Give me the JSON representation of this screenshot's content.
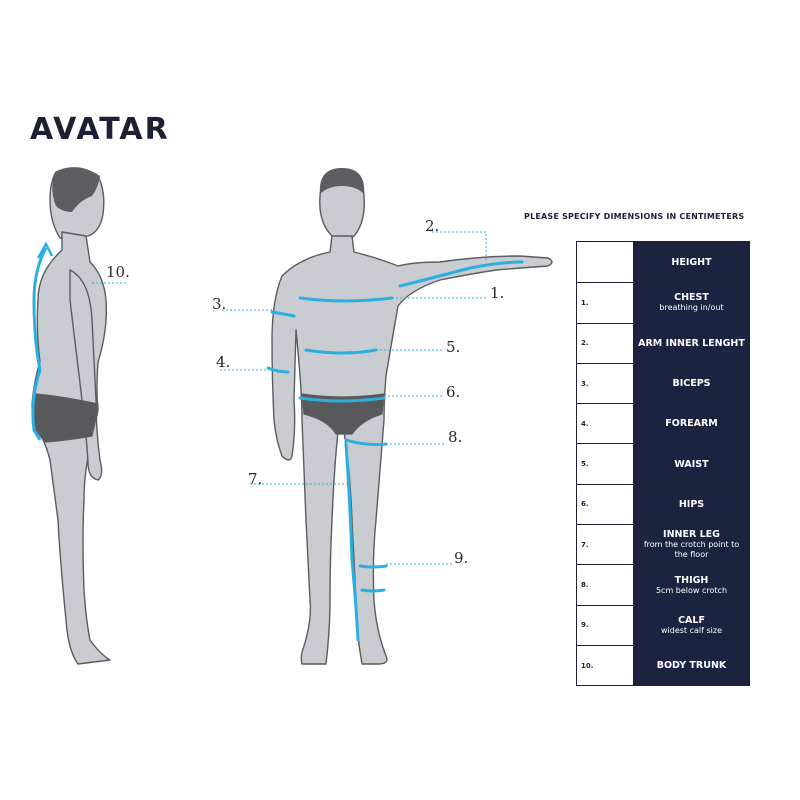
{
  "brand": {
    "logo": "AVATAR"
  },
  "callouts": {
    "c1": "1.",
    "c2": "2.",
    "c3": "3.",
    "c4": "4.",
    "c5": "5.",
    "c6": "6.",
    "c7": "7.",
    "c8": "8.",
    "c9": "9.",
    "c10": "10."
  },
  "table": {
    "title": "PLEASE SPECIFY DIMENSIONS IN CENTIMETERS",
    "rows": [
      {
        "num": "",
        "label": "HEIGHT",
        "note": ""
      },
      {
        "num": "1.",
        "label": "CHEST",
        "note": "breathing in/out"
      },
      {
        "num": "2.",
        "label": "ARM INNER LENGHT",
        "note": ""
      },
      {
        "num": "3.",
        "label": "BICEPS",
        "note": ""
      },
      {
        "num": "4.",
        "label": "FOREARM",
        "note": ""
      },
      {
        "num": "5.",
        "label": "WAIST",
        "note": ""
      },
      {
        "num": "6.",
        "label": "HIPS",
        "note": ""
      },
      {
        "num": "7.",
        "label": "INNER LEG",
        "note": "from the crotch point to the floor"
      },
      {
        "num": "8.",
        "label": "THIGH",
        "note": "5cm below crotch"
      },
      {
        "num": "9.",
        "label": "CALF",
        "note": "widest calf size"
      },
      {
        "num": "10.",
        "label": "BODY TRUNK",
        "note": ""
      }
    ]
  },
  "colors": {
    "navy": "#1c2340",
    "body": "#c9ccd0",
    "outline": "#5a5c60",
    "measure": "#2ab0e0",
    "shorts": "#58595b"
  }
}
